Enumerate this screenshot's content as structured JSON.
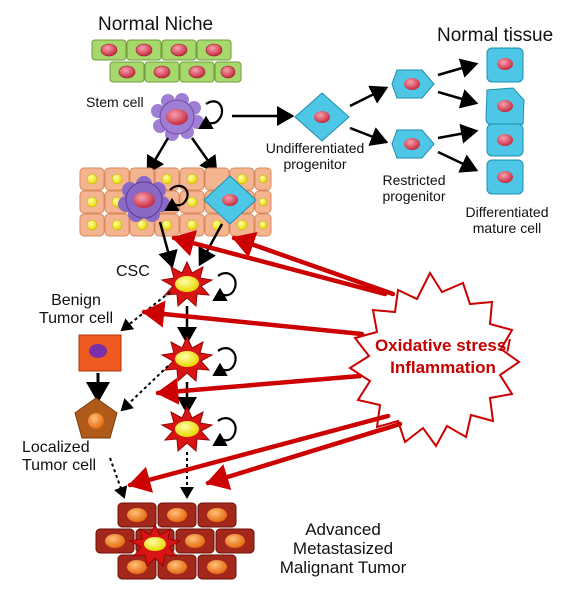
{
  "labels": {
    "normal_niche": "Normal Niche",
    "normal_tissue": "Normal tissue",
    "stem_cell": "Stem cell",
    "undiff_1": "Undifferentiated",
    "undiff_2": "progenitor",
    "restricted_1": "Restricted",
    "restricted_2": "progenitor",
    "differentiated_1": "Differentiated",
    "differentiated_2": "mature cell",
    "csc": "CSC",
    "benign_1": "Benign",
    "benign_2": "Tumor cell",
    "localized_1": "Localized",
    "localized_2": "Tumor cell",
    "advanced_1": "Advanced",
    "advanced_2": "Metastasized",
    "advanced_3": "Malignant Tumor",
    "stress_1": "Oxidative stress/",
    "stress_2": "Inflammation"
  },
  "colors": {
    "niche_green": "#a6d86c",
    "niche_red_nucleus": "#d9455a",
    "stem_purple": "#9f7fd3",
    "progenitor_cyan": "#4ec6e6",
    "tumor_tissue_peach": "#f3b48f",
    "tumor_tissue_yellow": "#f5e81c",
    "csc_red": "#d81414",
    "csc_yellow": "#fff200",
    "benign_orange": "#ef5a20",
    "localized_brown": "#b05a1a",
    "malignant_brick": "#a4271c",
    "malignant_orange": "#f07a1a",
    "arrow_red": "#cc0000",
    "stress_text": "#c40000"
  }
}
